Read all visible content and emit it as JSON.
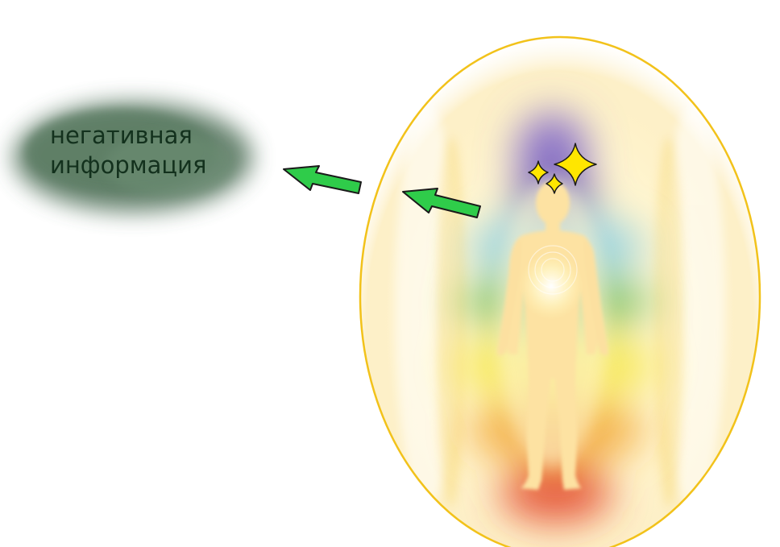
{
  "cloud": {
    "line1": "негативная",
    "line2": "информация"
  },
  "colors": {
    "cloud": "#4f6f58",
    "arrow_fill": "#2fcc4a",
    "arrow_stroke": "#1a1a1a",
    "aura_outline": "#f2c21a",
    "star_fill": "#ffe600",
    "chakra_red": "#e3452b",
    "chakra_orange": "#f1a22c",
    "chakra_yellow": "#f6e84b",
    "chakra_green": "#6dbb55",
    "chakra_blue": "#78c8e6",
    "chakra_indigo": "#6c5bb0",
    "chakra_violet": "#8b6ed0",
    "body": "#fde2a2"
  },
  "icons": {
    "arrows": "left-pointing arrow",
    "stars": "four-point sparkle",
    "figure": "human silhouette"
  }
}
